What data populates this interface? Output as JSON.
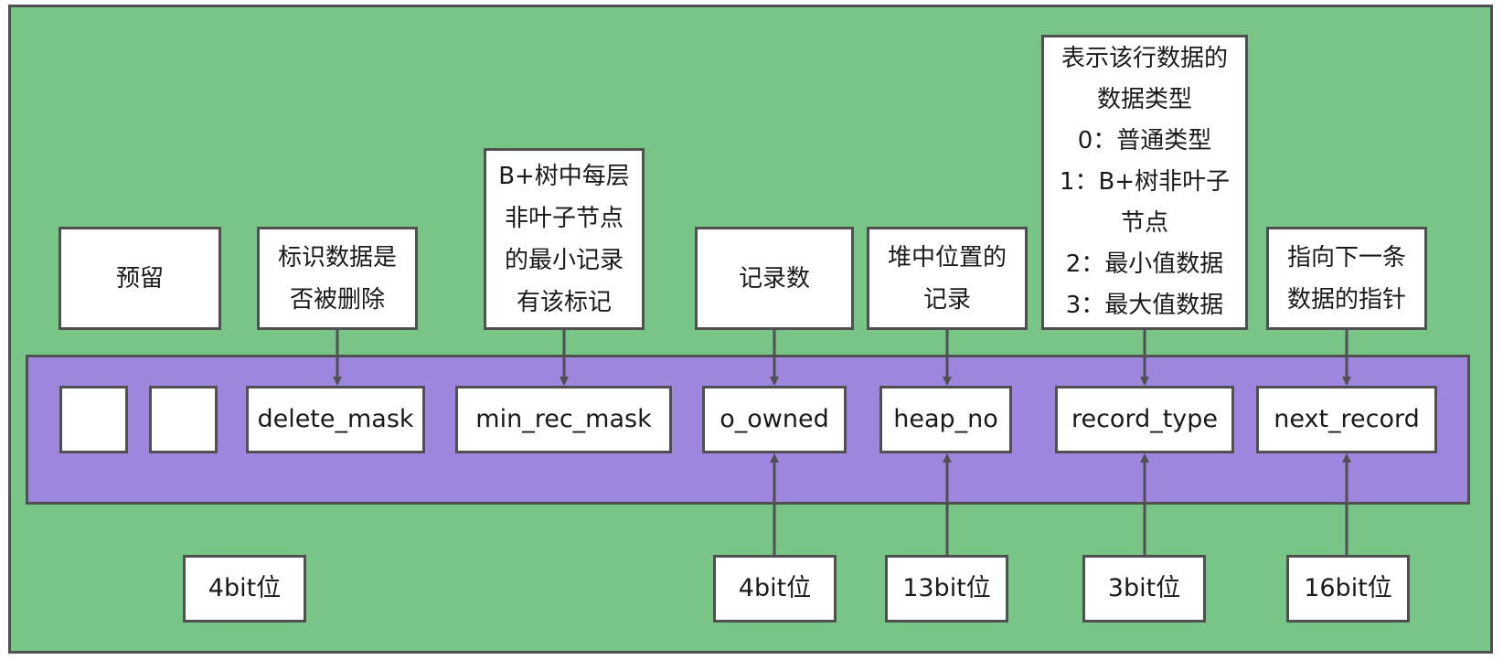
{
  "descriptions": {
    "reserved": "预留",
    "delete_mask": "标识数据是否被删除",
    "min_rec_mask": "B+树中每层非叶子节点的最小记录有该标记",
    "n_owned": "记录数",
    "heap_no": "堆中位置的记录",
    "record_type": "表示该行数据的数据类型\n0：普通类型\n1：B+树非叶子节点\n2：最小值数据\n3：最大值数据",
    "next_record": "指向下一条数据的指针"
  },
  "fields": {
    "reserved_1": "",
    "reserved_2": "",
    "delete_mask": "delete_mask",
    "min_rec_mask": "min_rec_mask",
    "n_owned": "o_owned",
    "heap_no": "heap_no",
    "record_type": "record_type",
    "next_record": "next_record"
  },
  "bits": {
    "flags": "4bit位",
    "n_owned": "4bit位",
    "heap_no": "13bit位",
    "record_type": "3bit位",
    "next_record": "16bit位"
  },
  "colors": {
    "background": "#79c587",
    "record_header_band": "#9e86de",
    "box": "#ffffff",
    "border": "#505050"
  }
}
